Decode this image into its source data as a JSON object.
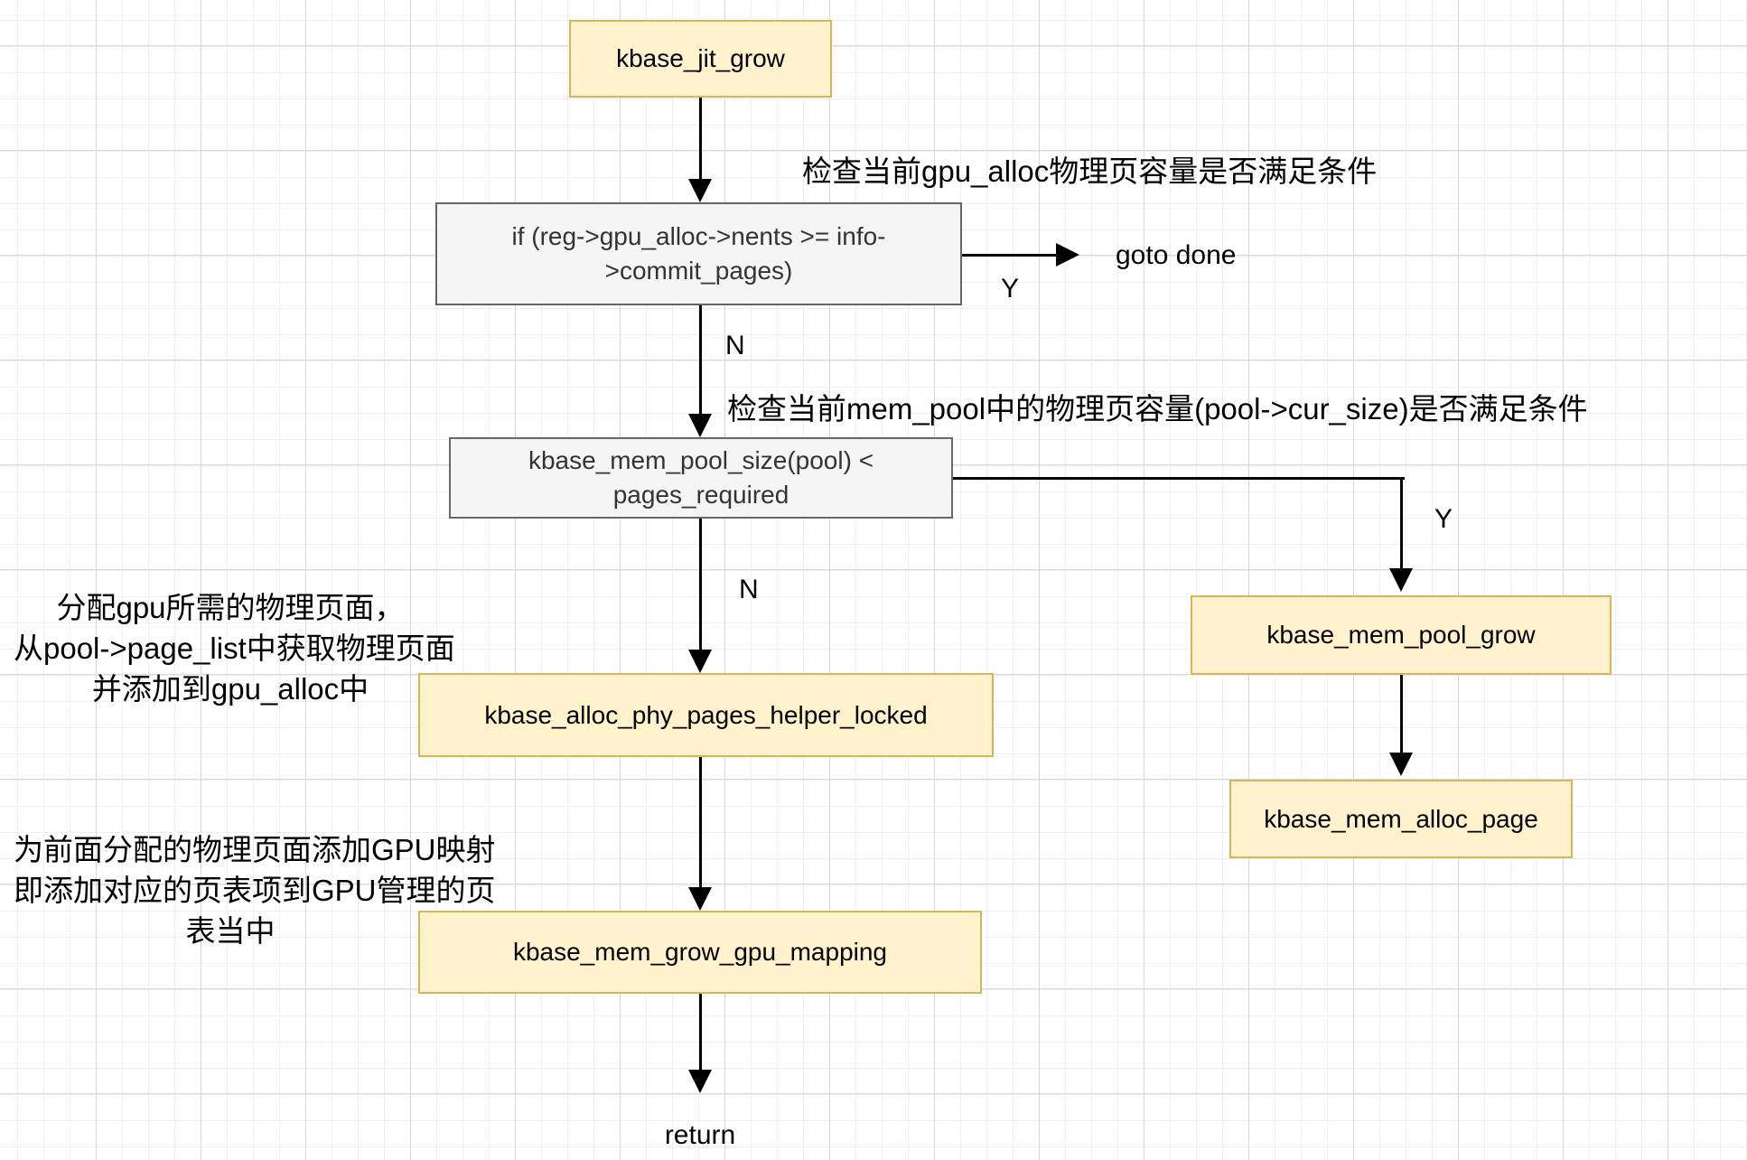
{
  "nodes": {
    "start": {
      "label": "kbase_jit_grow"
    },
    "check_commit": {
      "line1": "if (reg->gpu_alloc->nents >= info-",
      "line2": ">commit_pages)"
    },
    "check_pool": {
      "line1": "kbase_mem_pool_size(pool) <",
      "line2": "pages_required"
    },
    "alloc_helper": {
      "label": "kbase_alloc_phy_pages_helper_locked"
    },
    "grow_mapping": {
      "label": "kbase_mem_grow_gpu_mapping"
    },
    "pool_grow": {
      "label": "kbase_mem_pool_grow"
    },
    "alloc_page": {
      "label": "kbase_mem_alloc_page"
    }
  },
  "edge_labels": {
    "commit_yes": "Y",
    "commit_no": "N",
    "pool_yes": "Y",
    "pool_no": "N",
    "goto_done": "goto done",
    "return": "return"
  },
  "annotations": {
    "check_commit_note": "检查当前gpu_alloc物理页容量是否满足条件",
    "check_pool_note": "检查当前mem_pool中的物理页容量(pool->cur_size)是否满足条件",
    "alloc_pages_note": {
      "line1": "分配gpu所需的物理页面，",
      "line2": "从pool->page_list中获取物理页面",
      "line3": "并添加到gpu_alloc中"
    },
    "gpu_mapping_note": {
      "line1": "为前面分配的物理页面添加GPU映射",
      "line2": "即添加对应的页表项到GPU管理的页",
      "line3": "表当中"
    }
  },
  "colors": {
    "function_box_fill": "#FFF2CC",
    "function_box_border": "#D6B656",
    "condition_box_fill": "#F5F5F5",
    "condition_box_border": "#666666",
    "arrow": "#000000",
    "text": "#000000",
    "condition_text": "#333333",
    "background": "#FFFFFF"
  }
}
